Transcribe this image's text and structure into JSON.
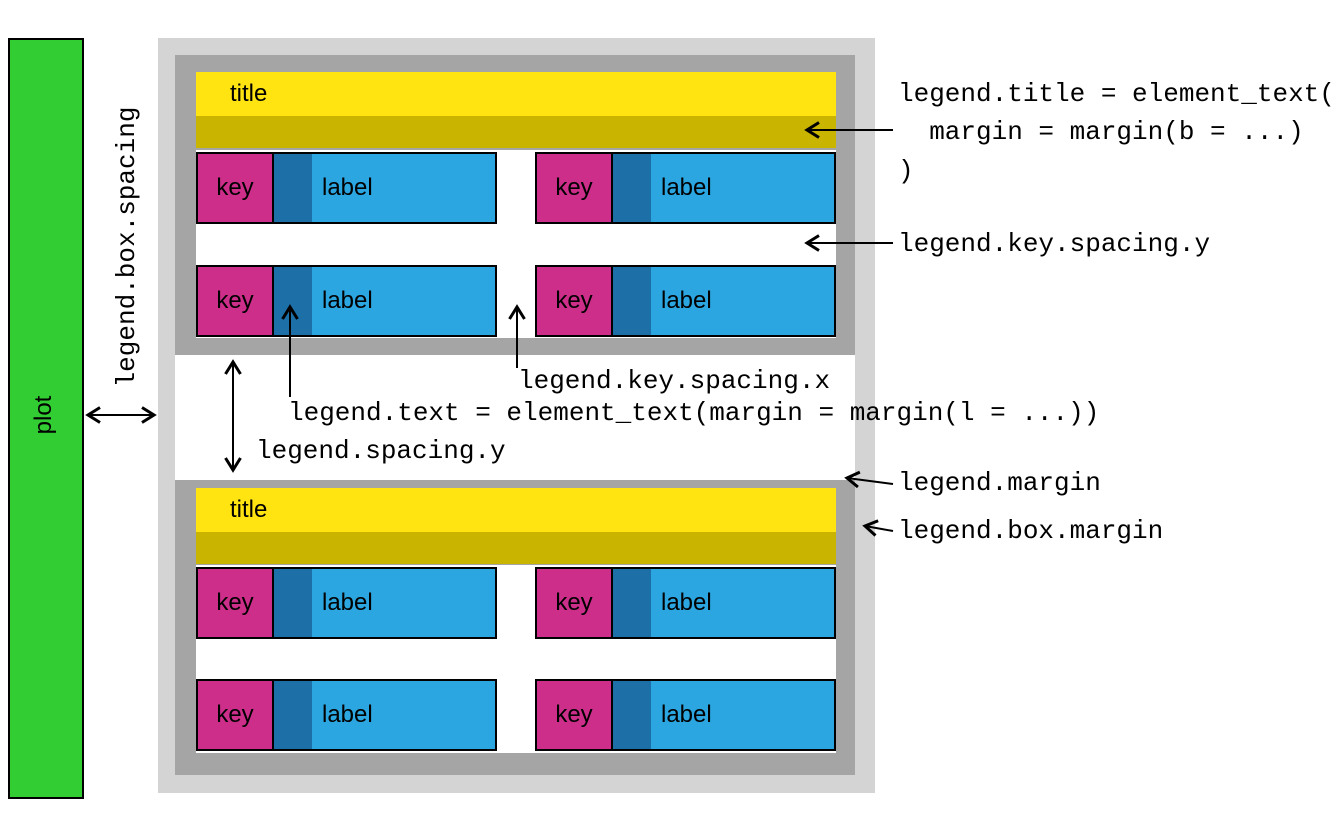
{
  "colors": {
    "plot_green": "#32cd32",
    "outer_box_gray": "#d4d4d4",
    "legend_gray": "#a5a5a5",
    "title_yellow": "#ffe412",
    "title_margin_olive": "#c9b400",
    "key_magenta": "#cc2e8a",
    "text_margin_blue": "#1d6fa8",
    "label_blue": "#2ba6e0"
  },
  "labels": {
    "plot": "plot",
    "legend_box_spacing": "legend.box.spacing",
    "title": "title",
    "key": "key",
    "label": "label"
  },
  "annotations": {
    "legend_title_line1": "legend.title = element_text(",
    "legend_title_line2": "  margin = margin(b = ...)",
    "legend_title_line3": ")",
    "key_spacing_y": "legend.key.spacing.y",
    "key_spacing_x": "legend.key.spacing.x",
    "legend_text": "legend.text = element_text(margin = margin(l = ...))",
    "spacing_y": "legend.spacing.y",
    "legend_margin": "legend.margin",
    "legend_box_margin": "legend.box.margin"
  }
}
